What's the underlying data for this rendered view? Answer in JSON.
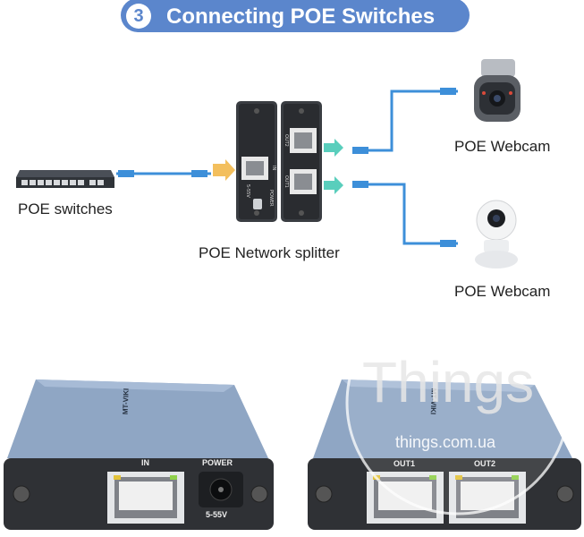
{
  "title": {
    "step": "3",
    "text": "Connecting POE Switches"
  },
  "labels": {
    "poe_switches": "POE switches",
    "splitter": "POE Network splitter",
    "webcam_top": "POE Webcam",
    "webcam_bottom": "POE  Webcam"
  },
  "splitter_ports": {
    "in": "IN",
    "input_voltage": "5-55V",
    "power": "POWER",
    "out1": "OUT1",
    "out2": "OUT2"
  },
  "device_front": {
    "in": "IN",
    "power": "POWER",
    "voltage": "5-55V",
    "brand": "MT-VIKI"
  },
  "device_rear": {
    "out1": "OUT1",
    "out2": "OUT2",
    "brand": "MT-VIKI"
  },
  "watermark": {
    "brand": "Things",
    "url": "things.com.ua"
  },
  "colors": {
    "accent": "#5b86cc",
    "cable": "#3d8fd9",
    "arrow": "#3cc6b0",
    "arrow_in": "#f2b84b",
    "device_body": "#8fa6c4"
  }
}
